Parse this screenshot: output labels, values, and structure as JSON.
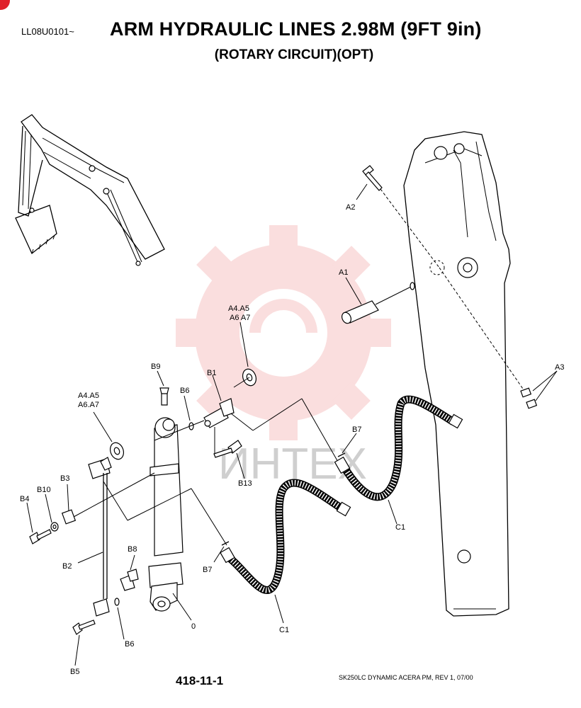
{
  "header": {
    "doc_code": "LL08U0101~",
    "title": "ARM HYDRAULIC LINES 2.98M (9FT 9in)",
    "subtitle": "(ROTARY CIRCUIT)(OPT)"
  },
  "callouts": {
    "a2": "A2",
    "a1": "A1",
    "a3": "A3",
    "a4_right_l1": "A4.A5",
    "a4_right_l2": "A6 A7",
    "a4_left_l1": "A4.A5",
    "a4_left_l2": "A6.A7",
    "b1": "B1",
    "b9": "B9",
    "b6_top": "B6",
    "b7_right": "B7",
    "b13": "B13",
    "b3": "B3",
    "b10": "B10",
    "b4": "B4",
    "b2": "B2",
    "b8": "B8",
    "b7_left": "B7",
    "c1_right": "C1",
    "c1_bottom": "C1",
    "b6_bottom": "B6",
    "b5": "B5",
    "zero": "0"
  },
  "watermark": {
    "text": "ИНТЕХ",
    "color": "#f4b3b3"
  },
  "footer": {
    "page_number": "418-11-1",
    "reference": "SK250LC DYNAMIC ACERA PM, REV 1, 07/00"
  },
  "colors": {
    "line": "#000000",
    "watermark_gear": "#f6c4c4",
    "corner_mark": "#e0202a"
  }
}
